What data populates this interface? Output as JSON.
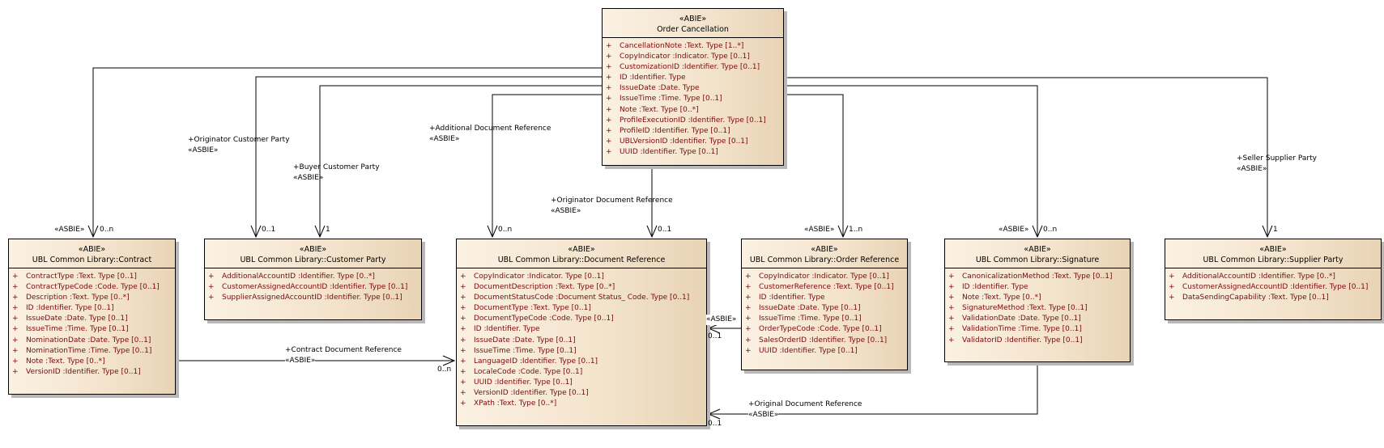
{
  "classes": {
    "order_cancellation": {
      "stereotype": "«ABIE»",
      "name": "Order Cancellation",
      "attributes": [
        {
          "vis": "+",
          "text": "CancellationNote  :Text. Type [1..*]"
        },
        {
          "vis": "+",
          "text": "CopyIndicator  :Indicator. Type [0..1]"
        },
        {
          "vis": "+",
          "text": "CustomizationID  :Identifier. Type [0..1]"
        },
        {
          "vis": "+",
          "text": "ID  :Identifier. Type"
        },
        {
          "vis": "+",
          "text": "IssueDate  :Date. Type"
        },
        {
          "vis": "+",
          "text": "IssueTime  :Time. Type [0..1]"
        },
        {
          "vis": "+",
          "text": "Note  :Text. Type [0..*]"
        },
        {
          "vis": "+",
          "text": "ProfileExecutionID  :Identifier. Type [0..1]"
        },
        {
          "vis": "+",
          "text": "ProfileID  :Identifier. Type [0..1]"
        },
        {
          "vis": "+",
          "text": "UBLVersionID  :Identifier. Type [0..1]"
        },
        {
          "vis": "+",
          "text": "UUID  :Identifier. Type [0..1]"
        }
      ]
    },
    "contract": {
      "stereotype": "«ABIE»",
      "name": "UBL Common Library::Contract",
      "attributes": [
        {
          "vis": "+",
          "text": "ContractType  :Text. Type [0..1]"
        },
        {
          "vis": "+",
          "text": "ContractTypeCode  :Code. Type [0..1]"
        },
        {
          "vis": "+",
          "text": "Description  :Text. Type [0..*]"
        },
        {
          "vis": "+",
          "text": "ID  :Identifier. Type [0..1]"
        },
        {
          "vis": "+",
          "text": "IssueDate  :Date. Type [0..1]"
        },
        {
          "vis": "+",
          "text": "IssueTime  :Time. Type [0..1]"
        },
        {
          "vis": "+",
          "text": "NominationDate  :Date. Type [0..1]"
        },
        {
          "vis": "+",
          "text": "NominationTime  :Time. Type [0..1]"
        },
        {
          "vis": "+",
          "text": "Note  :Text. Type [0..*]"
        },
        {
          "vis": "+",
          "text": "VersionID  :Identifier. Type [0..1]"
        }
      ]
    },
    "customer_party": {
      "stereotype": "«ABIE»",
      "name": "UBL Common Library::Customer Party",
      "attributes": [
        {
          "vis": "+",
          "text": "AdditionalAccountID  :Identifier. Type [0..*]"
        },
        {
          "vis": "+",
          "text": "CustomerAssignedAccountID  :Identifier. Type [0..1]"
        },
        {
          "vis": "+",
          "text": "SupplierAssignedAccountID  :Identifier. Type [0..1]"
        }
      ]
    },
    "document_reference": {
      "stereotype": "«ABIE»",
      "name": "UBL Common Library::Document Reference",
      "attributes": [
        {
          "vis": "+",
          "text": "CopyIndicator  :Indicator. Type [0..1]"
        },
        {
          "vis": "+",
          "text": "DocumentDescription  :Text. Type [0..*]"
        },
        {
          "vis": "+",
          "text": "DocumentStatusCode  :Document Status_ Code. Type [0..1]"
        },
        {
          "vis": "+",
          "text": "DocumentType  :Text. Type [0..1]"
        },
        {
          "vis": "+",
          "text": "DocumentTypeCode  :Code. Type [0..1]"
        },
        {
          "vis": "+",
          "text": "ID  :Identifier. Type"
        },
        {
          "vis": "+",
          "text": "IssueDate  :Date. Type [0..1]"
        },
        {
          "vis": "+",
          "text": "IssueTime  :Time. Type [0..1]"
        },
        {
          "vis": "+",
          "text": "LanguageID  :Identifier. Type [0..1]"
        },
        {
          "vis": "+",
          "text": "LocaleCode  :Code. Type [0..1]"
        },
        {
          "vis": "+",
          "text": "UUID  :Identifier. Type [0..1]"
        },
        {
          "vis": "+",
          "text": "VersionID  :Identifier. Type [0..1]"
        },
        {
          "vis": "+",
          "text": "XPath  :Text. Type [0..*]"
        }
      ]
    },
    "order_reference": {
      "stereotype": "«ABIE»",
      "name": "UBL Common Library::Order Reference",
      "attributes": [
        {
          "vis": "+",
          "text": "CopyIndicator  :Indicator. Type [0..1]"
        },
        {
          "vis": "+",
          "text": "CustomerReference  :Text. Type [0..1]"
        },
        {
          "vis": "+",
          "text": "ID  :Identifier. Type"
        },
        {
          "vis": "+",
          "text": "IssueDate  :Date. Type [0..1]"
        },
        {
          "vis": "+",
          "text": "IssueTime  :Time. Type [0..1]"
        },
        {
          "vis": "+",
          "text": "OrderTypeCode  :Code. Type [0..1]"
        },
        {
          "vis": "+",
          "text": "SalesOrderID  :Identifier. Type [0..1]"
        },
        {
          "vis": "+",
          "text": "UUID  :Identifier. Type [0..1]"
        }
      ]
    },
    "signature": {
      "stereotype": "«ABIE»",
      "name": "UBL Common Library::Signature",
      "attributes": [
        {
          "vis": "+",
          "text": "CanonicalizationMethod  :Text. Type [0..1]"
        },
        {
          "vis": "+",
          "text": "ID  :Identifier. Type"
        },
        {
          "vis": "+",
          "text": "Note  :Text. Type [0..*]"
        },
        {
          "vis": "+",
          "text": "SignatureMethod  :Text. Type [0..1]"
        },
        {
          "vis": "+",
          "text": "ValidationDate  :Date. Type [0..1]"
        },
        {
          "vis": "+",
          "text": "ValidationTime  :Time. Type [0..1]"
        },
        {
          "vis": "+",
          "text": "ValidatorID  :Identifier. Type [0..1]"
        }
      ]
    },
    "supplier_party": {
      "stereotype": "«ABIE»",
      "name": "UBL Common Library::Supplier Party",
      "attributes": [
        {
          "vis": "+",
          "text": "AdditionalAccountID  :Identifier. Type [0..*]"
        },
        {
          "vis": "+",
          "text": "CustomerAssignedAccountID  :Identifier. Type [0..1]"
        },
        {
          "vis": "+",
          "text": "DataSendingCapability  :Text. Type [0..1]"
        }
      ]
    }
  },
  "associations": {
    "contract": {
      "stereotype": "«ASBIE»",
      "multiplicity": "0..n"
    },
    "originator_customer_party": {
      "role": "+Originator Customer Party",
      "stereotype": "«ASBIE»",
      "multiplicity": "0..1"
    },
    "buyer_customer_party": {
      "role": "+Buyer Customer Party",
      "stereotype": "«ASBIE»",
      "multiplicity": "1"
    },
    "additional_document_reference": {
      "role": "+Additional Document Reference",
      "stereotype": "«ASBIE»",
      "multiplicity": "0..n"
    },
    "originator_document_reference": {
      "role": "+Originator Document Reference",
      "stereotype": "«ASBIE»",
      "multiplicity": "0..1"
    },
    "order_reference": {
      "stereotype": "«ASBIE»",
      "multiplicity": "1..n"
    },
    "signature": {
      "stereotype": "«ASBIE»",
      "multiplicity": "0..n"
    },
    "seller_supplier_party": {
      "role": "+Seller Supplier Party",
      "stereotype": "«ASBIE»",
      "multiplicity": "1"
    },
    "contract_document_reference": {
      "role": "+Contract Document Reference",
      "stereotype": "«ASBIE»",
      "multiplicity": "0..n"
    },
    "order_ref_document_reference": {
      "stereotype": "«ASBIE»",
      "multiplicity": "0..1"
    },
    "original_document_reference": {
      "role": "+Original Document Reference",
      "stereotype": "«ASBIE»",
      "multiplicity": "0..1"
    }
  }
}
